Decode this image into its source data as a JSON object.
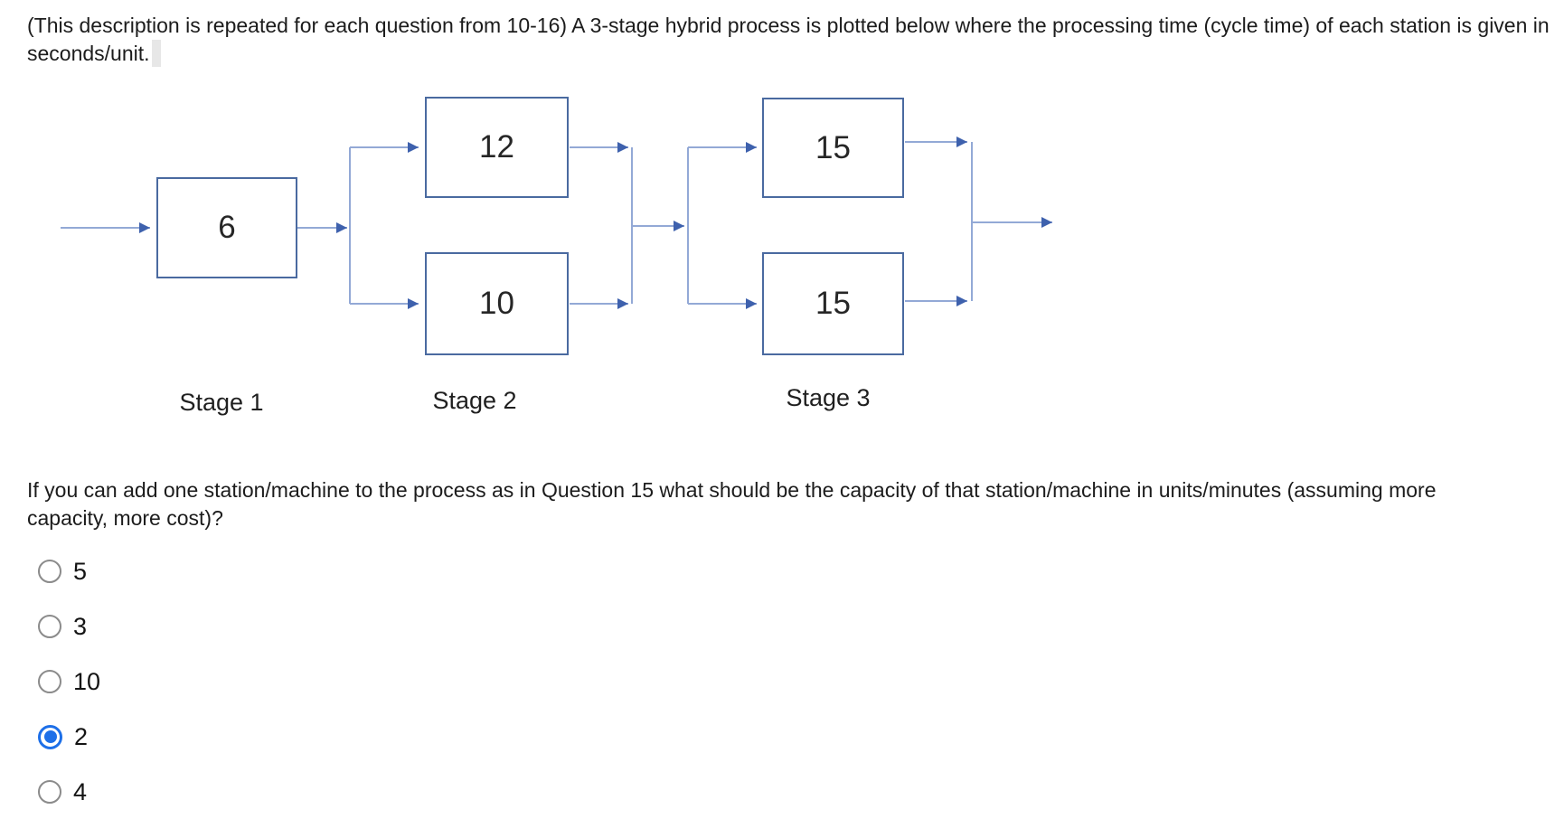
{
  "page": {
    "description": "(This description is repeated for each question from 10-16) A 3-stage hybrid process is plotted below where the processing time (cycle time) of each station is given in seconds/unit.",
    "question": "If you can add one station/machine to the process  as in Question 15 what should be the capacity of that station/machine in units/minutes (assuming more capacity, more cost)?"
  },
  "diagram": {
    "type": "process-flow",
    "stations": {
      "stage1": "6",
      "stage2_top": "12",
      "stage2_bottom": "10",
      "stage3_top": "15",
      "stage3_bottom": "15"
    },
    "stage_labels": [
      "Stage 1",
      "Stage 2",
      "Stage 3"
    ],
    "units": "seconds/unit",
    "colors": {
      "box_border": "#4a6aa0",
      "connector_line": "#93a9d6",
      "arrowhead": "#3e61ad"
    }
  },
  "options": [
    {
      "label": "5",
      "selected": false
    },
    {
      "label": "3",
      "selected": false
    },
    {
      "label": "10",
      "selected": false
    },
    {
      "label": "2",
      "selected": true
    },
    {
      "label": "4",
      "selected": false
    }
  ],
  "radio": {
    "selected_color": "#1d6fe8",
    "unselected_color": "#8b8b8b"
  }
}
